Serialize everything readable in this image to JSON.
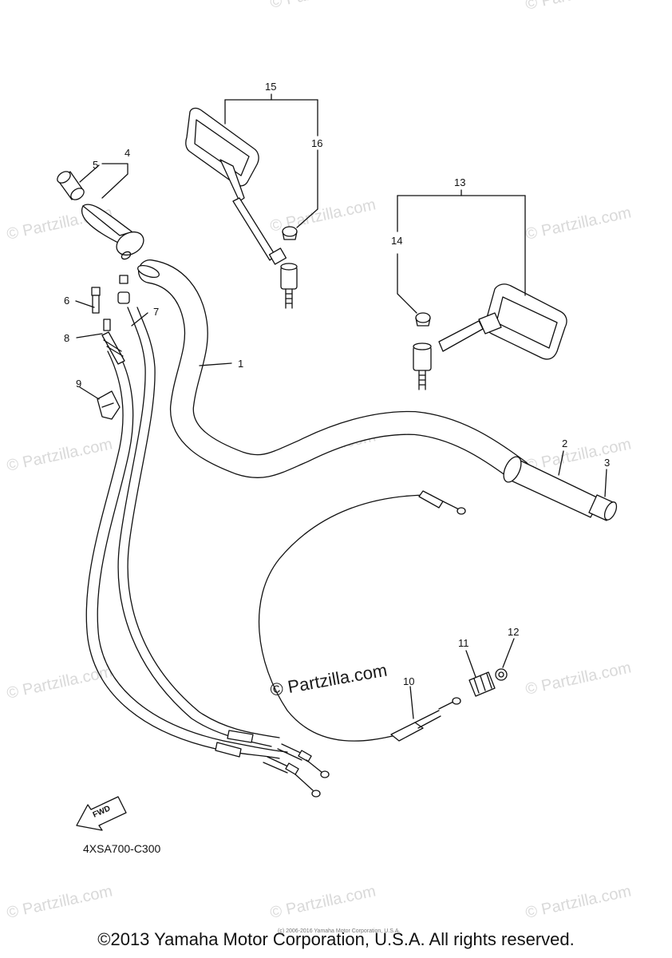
{
  "diagram": {
    "callouts": [
      {
        "id": "1",
        "label": "1"
      },
      {
        "id": "2",
        "label": "2"
      },
      {
        "id": "3",
        "label": "3"
      },
      {
        "id": "4",
        "label": "4"
      },
      {
        "id": "5",
        "label": "5"
      },
      {
        "id": "6",
        "label": "6"
      },
      {
        "id": "7",
        "label": "7"
      },
      {
        "id": "8",
        "label": "8"
      },
      {
        "id": "9",
        "label": "9"
      },
      {
        "id": "10",
        "label": "10"
      },
      {
        "id": "11",
        "label": "11"
      },
      {
        "id": "12",
        "label": "12"
      },
      {
        "id": "13",
        "label": "13"
      },
      {
        "id": "14",
        "label": "14"
      },
      {
        "id": "15",
        "label": "15"
      },
      {
        "id": "16",
        "label": "16"
      }
    ],
    "fwd_label": "FWD",
    "diagram_code": "4XSA700-C300"
  },
  "watermark": {
    "text": "© Partzilla.com",
    "center_text": "© Partzilla.com"
  },
  "footer": {
    "small_notice": "(c) 2006-2016 Yamaha Motor Corporation, U.S.A.",
    "copyright": "©2013 Yamaha Motor Corporation, U.S.A. All rights reserved."
  }
}
